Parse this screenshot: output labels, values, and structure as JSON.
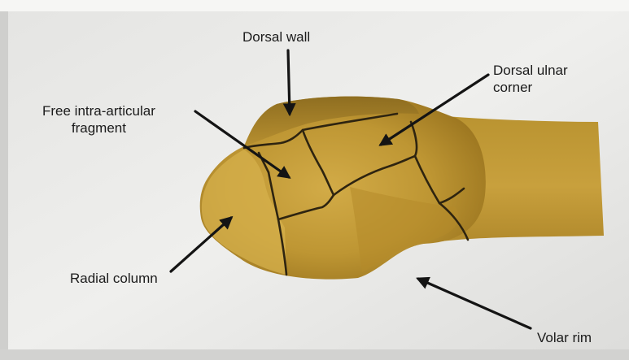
{
  "labels": {
    "dorsal_wall": "Dorsal wall",
    "dorsal_ulnar_corner": [
      "Dorsal ulnar",
      "corner"
    ],
    "free_intra_articular_fragment": [
      "Free intra-articular",
      "fragment"
    ],
    "radial_column": "Radial column",
    "volar_rim": "Volar rim"
  },
  "colors": {
    "paper": "#e9e9e7",
    "bone_light": "#c9a13c",
    "bone_mid": "#a98225",
    "bone_dark": "#7a5c17",
    "fracture_line": "#2e2410",
    "arrow": "#141414"
  }
}
